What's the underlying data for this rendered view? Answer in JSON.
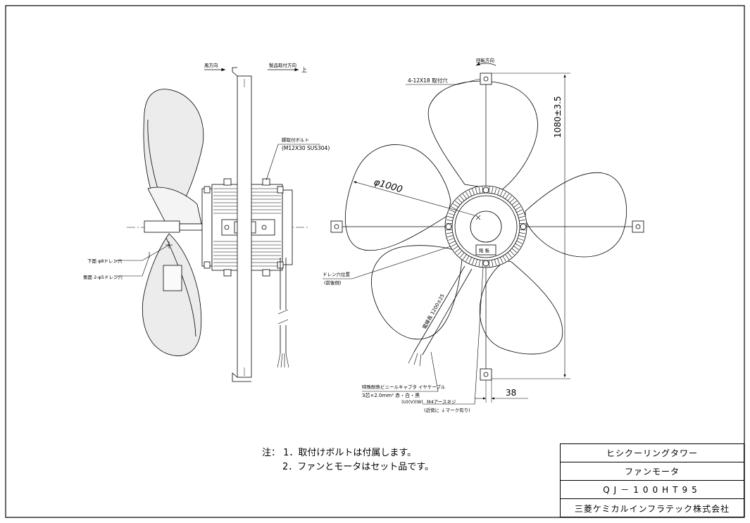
{
  "side_view": {
    "wind_direction_label": "風方向",
    "mounting_direction_label": "製品取付方向",
    "mounting_direction_up": "上",
    "mount_bolt_label": "脚取付ボルト",
    "mount_bolt_spec": "(M12X30 SUS304)",
    "bottom_drain_label": "下面 φ8ドレン穴",
    "side_drain_label": "側面 2-φ5ドレン穴"
  },
  "front_view": {
    "rotation_label": "回転方向",
    "mounting_holes_label": "4-12X18 取付穴",
    "overall_dimension": "1080±3.5",
    "fan_diameter": "φ1000",
    "drain_position_label": "ドレン穴位置",
    "drain_position_sub": "(前後側)",
    "cable_length_label": "電線長 1200±25",
    "cable_label_line1": "特殊耐熱ビニールキャブタ イヤケーブル",
    "cable_label_line2": "3芯×2.0mm² 赤・白・黒",
    "cable_label_line3": "(U)(V)(W)",
    "ground_screw_label": "M4アースネジ",
    "ground_screw_note": "(近傍に ⏚マーク有り)",
    "offset_dimension": "38",
    "nameplate_text": "銘 板"
  },
  "notes": {
    "heading": "注：",
    "items": [
      "1．取付けボルトは付属します。",
      "2．ファンとモータはセット品です。"
    ]
  },
  "title_block": {
    "product_series": "ヒシクーリングタワー",
    "part_name": "ファンモータ",
    "model": "QJ－100HT95",
    "company": "三菱ケミカルインフラテック株式会社"
  }
}
